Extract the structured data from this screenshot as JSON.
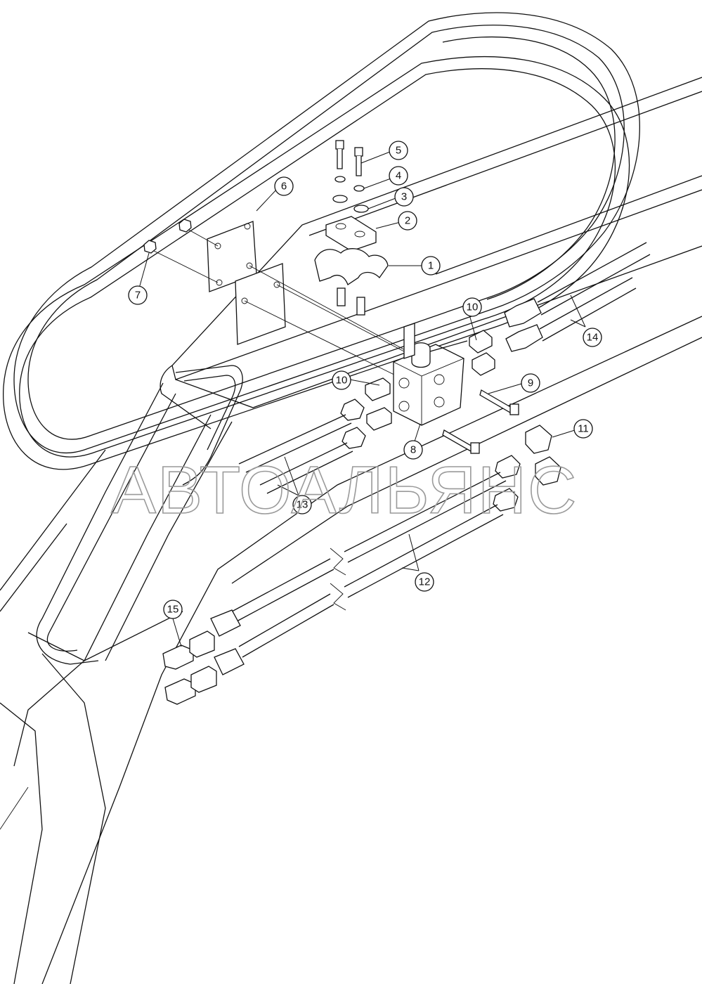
{
  "watermark": "АВТОАЛЬЯНС",
  "callouts": [
    {
      "id": "c1",
      "label": "1"
    },
    {
      "id": "c2",
      "label": "2"
    },
    {
      "id": "c3",
      "label": "3"
    },
    {
      "id": "c4",
      "label": "4"
    },
    {
      "id": "c5",
      "label": "5"
    },
    {
      "id": "c6",
      "label": "6"
    },
    {
      "id": "c7",
      "label": "7"
    },
    {
      "id": "c8",
      "label": "8"
    },
    {
      "id": "c9",
      "label": "9"
    },
    {
      "id": "c10a",
      "label": "10"
    },
    {
      "id": "c10b",
      "label": "10"
    },
    {
      "id": "c11",
      "label": "11"
    },
    {
      "id": "c12",
      "label": "12"
    },
    {
      "id": "c13",
      "label": "13"
    },
    {
      "id": "c14",
      "label": "14"
    },
    {
      "id": "c15",
      "label": "15"
    }
  ]
}
